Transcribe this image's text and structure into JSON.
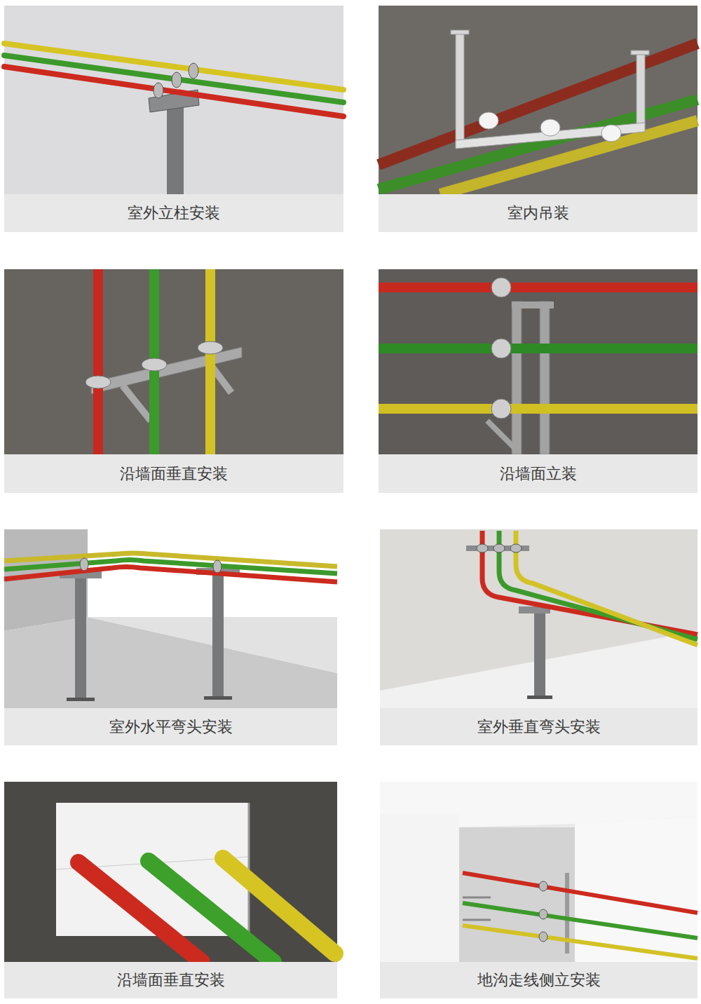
{
  "diagram": {
    "nodes": [
      {
        "text": [
          "室外立柱安装"
        ]
      },
      {
        "text": [
          "室内吊装"
        ]
      },
      {
        "text": [
          "沿墙面垂直安装"
        ]
      },
      {
        "text": [
          "沿墙面立装"
        ]
      },
      {
        "text": [
          "室外水平弯头安装"
        ]
      },
      {
        "text": [
          "室外垂直弯头安装"
        ]
      },
      {
        "text": [
          "沿墙面垂直安装"
        ]
      },
      {
        "text": [
          "地沟走线侧立安装"
        ]
      }
    ]
  }
}
